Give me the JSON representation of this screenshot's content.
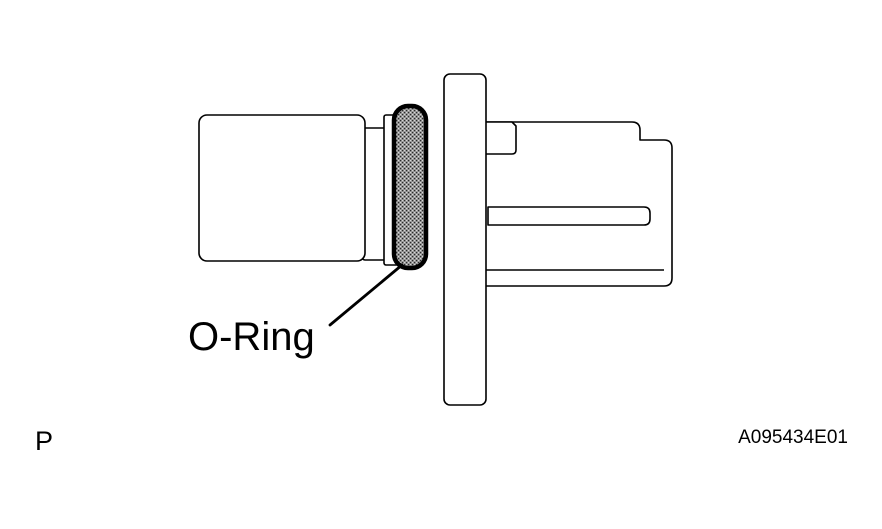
{
  "callout": {
    "label": "O-Ring"
  },
  "corner_mark": "P",
  "figure_id": "A095434E01"
}
